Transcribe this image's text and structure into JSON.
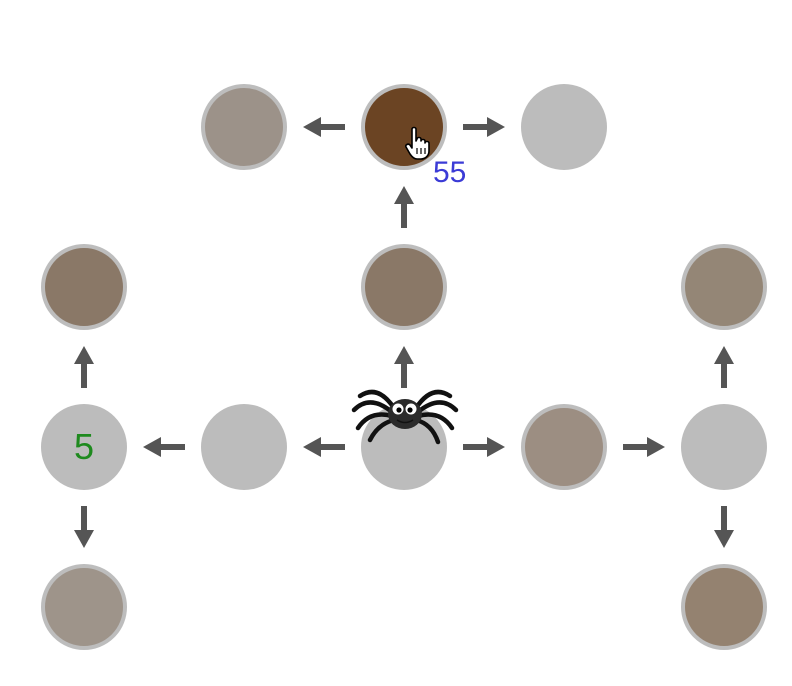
{
  "game": {
    "nodes": [
      {
        "id": "a",
        "color": "#9c9289",
        "label": "",
        "state": "visited"
      },
      {
        "id": "b",
        "color": "#6b4423",
        "label": "",
        "state": "selected"
      },
      {
        "id": "c",
        "color": "#bcbcbc",
        "label": "",
        "state": "unvisited"
      },
      {
        "id": "d",
        "color": "#8a7867",
        "label": "",
        "state": "visited"
      },
      {
        "id": "e",
        "color": "#8a7867",
        "label": "",
        "state": "visited"
      },
      {
        "id": "f",
        "color": "#948676",
        "label": "",
        "state": "visited"
      },
      {
        "id": "g",
        "color": "#bcbcbc",
        "label": "5",
        "state": "unvisited"
      },
      {
        "id": "h",
        "color": "#bcbcbc",
        "label": "",
        "state": "unvisited"
      },
      {
        "id": "i",
        "color": "#bcbcbc",
        "label": "",
        "state": "current"
      },
      {
        "id": "j",
        "color": "#9c8e82",
        "label": "",
        "state": "visited"
      },
      {
        "id": "k",
        "color": "#bcbcbc",
        "label": "",
        "state": "unvisited"
      },
      {
        "id": "l",
        "color": "#9e948a",
        "label": "",
        "state": "visited"
      },
      {
        "id": "m",
        "color": "#948270",
        "label": "",
        "state": "visited"
      }
    ],
    "edges": [
      {
        "from": "b",
        "to": "a"
      },
      {
        "from": "b",
        "to": "c"
      },
      {
        "from": "e",
        "to": "b"
      },
      {
        "from": "i",
        "to": "e"
      },
      {
        "from": "i",
        "to": "h"
      },
      {
        "from": "h",
        "to": "g"
      },
      {
        "from": "g",
        "to": "d"
      },
      {
        "from": "g",
        "to": "l"
      },
      {
        "from": "i",
        "to": "j"
      },
      {
        "from": "j",
        "to": "k"
      },
      {
        "from": "k",
        "to": "f"
      },
      {
        "from": "k",
        "to": "m"
      }
    ],
    "hover_value": "55",
    "arrow_color": "#555555",
    "ring_color": "#bdbdbd",
    "node_label_color": "#1e8a1e",
    "hover_value_color": "#3b3bd6",
    "player_icon": "spider-icon",
    "cursor_icon": "hand-pointer-icon"
  }
}
